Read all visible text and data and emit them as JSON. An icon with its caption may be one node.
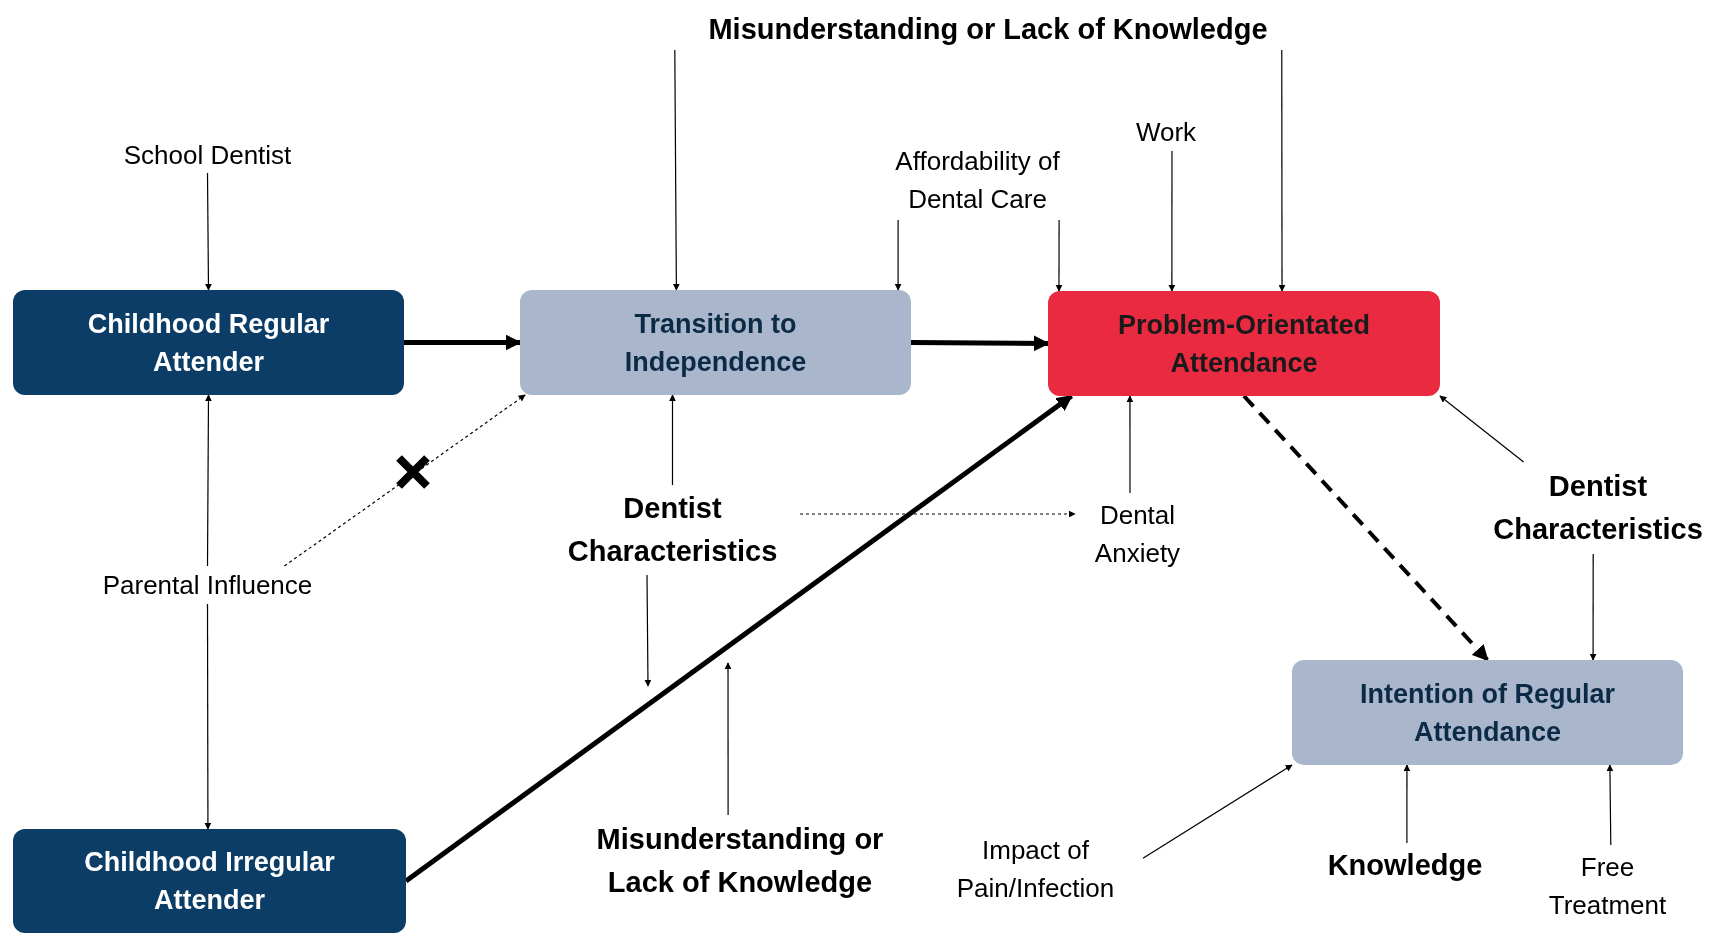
{
  "diagram": {
    "nodes": [
      {
        "text": [
          "Childhood Regular Attender"
        ]
      },
      {
        "text": [
          "Transition to Independence"
        ]
      },
      {
        "text": [
          "Problem-Orientated Attendance"
        ]
      },
      {
        "text": [
          "Intention of Regular Attendance"
        ]
      },
      {
        "text": [
          "Childhood Irregular Attender"
        ]
      },
      {
        "text": [
          "Misunderstanding or Lack of Knowledge"
        ]
      },
      {
        "text": [
          "School Dentist"
        ]
      },
      {
        "text": [
          "Affordability of Dental Care"
        ]
      },
      {
        "text": [
          "Work"
        ]
      },
      {
        "text": [
          "Parental Influence"
        ]
      },
      {
        "text": [
          "Dentist Characteristics"
        ]
      },
      {
        "text": [
          "Dental Anxiety"
        ]
      },
      {
        "text": [
          "Dentist Characteristics"
        ]
      },
      {
        "text": [
          "Misunderstanding or Lack of Knowledge"
        ]
      },
      {
        "text": [
          "Impact of Pain/Infection"
        ]
      },
      {
        "text": [
          "Knowledge"
        ]
      },
      {
        "text": [
          "Free Treatment"
        ]
      }
    ],
    "edges": [
      {
        "from": 0,
        "to": 1,
        "arrow": "to",
        "style": "thick"
      },
      {
        "from": 1,
        "to": 2,
        "arrow": "to",
        "style": "thick"
      },
      {
        "from": 2,
        "to": 3,
        "arrow": "to",
        "style": "dashed"
      },
      {
        "from": 4,
        "to": 2,
        "arrow": "to",
        "style": "thick"
      },
      {
        "from": 6,
        "to": 0,
        "arrow": "to"
      },
      {
        "from": 5,
        "to": 1,
        "arrow": "to"
      },
      {
        "from": 5,
        "to": 2,
        "arrow": "to"
      },
      {
        "from": 7,
        "to": 1,
        "arrow": "to"
      },
      {
        "from": 7,
        "to": 2,
        "arrow": "to"
      },
      {
        "from": 8,
        "to": 2,
        "arrow": "to"
      },
      {
        "from": 9,
        "to": 0,
        "arrow": "to"
      },
      {
        "from": 9,
        "to": 4,
        "arrow": "to"
      },
      {
        "from": 9,
        "to": 1,
        "arrow": "to",
        "style": "dashed"
      },
      {
        "from": 10,
        "to": 1,
        "arrow": "to"
      },
      {
        "from": 10,
        "to": 11,
        "arrow": "to",
        "style": "dashed"
      },
      {
        "from": 10,
        "to": null,
        "arrow": "to"
      },
      {
        "from": 13,
        "to": null,
        "arrow": "to"
      },
      {
        "from": 11,
        "to": 2,
        "arrow": "to"
      },
      {
        "from": 12,
        "to": 2,
        "arrow": "to"
      },
      {
        "from": 12,
        "to": 3,
        "arrow": "to"
      },
      {
        "from": 14,
        "to": 3,
        "arrow": "to"
      },
      {
        "from": 15,
        "to": 3,
        "arrow": "to"
      },
      {
        "from": 16,
        "to": 3,
        "arrow": "to"
      }
    ]
  }
}
